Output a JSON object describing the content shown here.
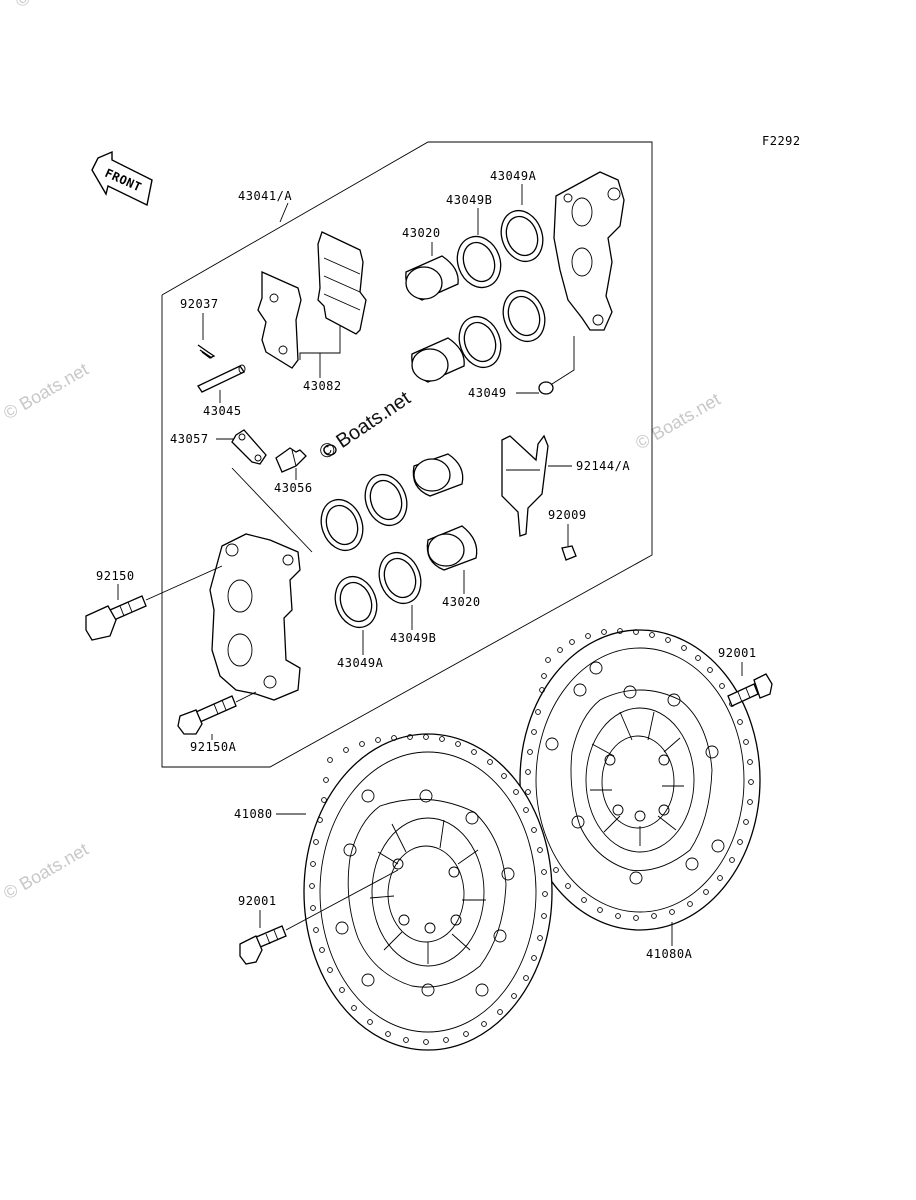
{
  "figure_code": "F2292",
  "front_label": "FRONT",
  "watermark": "© Boats.net",
  "labels": {
    "p43041A": "43041/A",
    "p43049A_top": "43049A",
    "p43049B_top": "43049B",
    "p43020_top": "43020",
    "p92037": "92037",
    "p43082": "43082",
    "p43045": "43045",
    "p43049": "43049",
    "p43057": "43057",
    "p43056": "43056",
    "p92144A": "92144/A",
    "p92009": "92009",
    "p92150": "92150",
    "p43020_bot": "43020",
    "p43049B_bot": "43049B",
    "p43049A_bot": "43049A",
    "p92150A": "92150A",
    "p92001_right": "92001",
    "p41080": "41080",
    "p92001_left": "92001",
    "p41080A": "41080A"
  }
}
